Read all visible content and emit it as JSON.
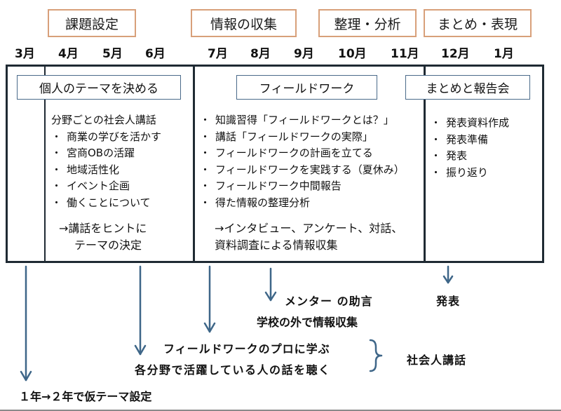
{
  "phases": [
    {
      "label": "課題設定"
    },
    {
      "label": "情報の収集"
    },
    {
      "label": "整理・分析"
    },
    {
      "label": "まとめ・表現"
    }
  ],
  "months": [
    "3月",
    "4月",
    "5月",
    "6月",
    "7月",
    "8月",
    "9月",
    "10月",
    "11月",
    "12月",
    "1月"
  ],
  "columns": {
    "theme": {
      "title": "個人のテーマを決める",
      "heading": "分野ごとの社会人講話",
      "items": [
        "商業の学びを活かす",
        "宮商OBの活躍",
        "地域活性化",
        "イベント企画",
        "働くことについて"
      ],
      "note_lines": [
        "→講話をヒントに",
        "テーマの決定"
      ]
    },
    "fieldwork": {
      "title": "フィールドワーク",
      "items": [
        "知識習得「フィールドワークとは？」",
        "講話「フィールドワークの実際」",
        "フィールドワークの計画を立てる",
        "フィールドワークを実践する（夏休み）",
        "フィールドワーク中間報告",
        "得た情報の整理分析"
      ],
      "note_lines": [
        "→インタビュー、アンケート、対話、",
        "資料調査による情報収集"
      ]
    },
    "report": {
      "title": "まとめと報告会",
      "items": [
        "発表資料作成",
        "発表準備",
        "発表",
        "振り返り"
      ]
    }
  },
  "bullet": "・",
  "annotations": {
    "mentor": "メンター の助言",
    "outside": "学校の外で情報収集",
    "presentation": "発表",
    "pro": "フィールドワークのプロに学ぶ",
    "experts": "各分野で活躍している人の話を聴く",
    "lecture_group": "社会人講話",
    "provisional_theme": "１年→２年で仮テーマ設定"
  },
  "colors": {
    "phase_border": "#D8A07A",
    "title_border": "#4A6A8A",
    "arrow": "#3E6688",
    "frame": "#1F2A33"
  }
}
